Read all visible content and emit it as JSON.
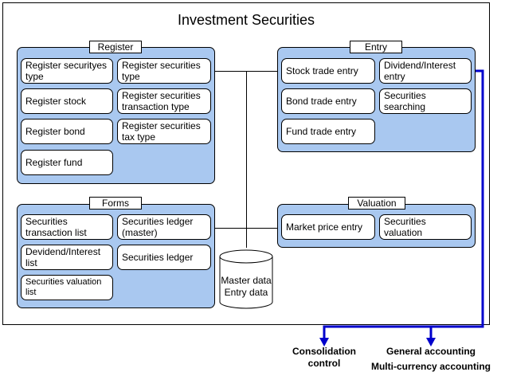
{
  "title": "Investment Securities",
  "register": {
    "label": "Register",
    "items": [
      {
        "label": "Register securityes type"
      },
      {
        "label": "Register securities type"
      },
      {
        "label": "Register stock"
      },
      {
        "label": "Register securities transaction type"
      },
      {
        "label": "Register bond"
      },
      {
        "label": "Register securities tax type"
      },
      {
        "label": "Register fund"
      }
    ]
  },
  "entry": {
    "label": "Entry",
    "items": [
      {
        "label": "Stock trade entry"
      },
      {
        "label": "Dividend/Interest entry"
      },
      {
        "label": "Bond trade entry"
      },
      {
        "label": "Securities searching"
      },
      {
        "label": "Fund trade entry"
      }
    ]
  },
  "forms": {
    "label": "Forms",
    "items": [
      {
        "label": "Securities transaction list"
      },
      {
        "label": "Securities ledger (master)"
      },
      {
        "label": "Devidend/Interest list"
      },
      {
        "label": "Securities ledger"
      },
      {
        "label": "Securities valuation list"
      }
    ]
  },
  "valuation": {
    "label": "Valuation",
    "items": [
      {
        "label": "Market price entry"
      },
      {
        "label": "Securities valuation"
      }
    ]
  },
  "database": {
    "line1": "Master data",
    "line2": "Entry data"
  },
  "outputs": {
    "consolidation_line1": "Consolidation",
    "consolidation_line2": "control",
    "general": "General accounting",
    "multi": "Multi-currency accounting"
  },
  "colors": {
    "group_fill": "#a9c8f0",
    "arrow": "#0000cc"
  }
}
